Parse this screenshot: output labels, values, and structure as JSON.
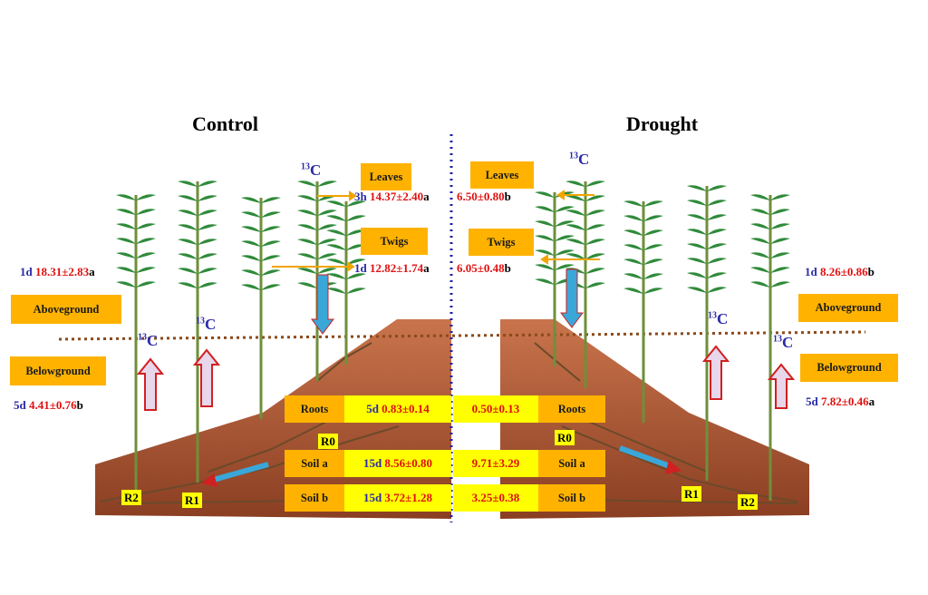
{
  "titles": {
    "control": "Control",
    "drought": "Drought"
  },
  "isotope": {
    "mass": "13",
    "element": "C"
  },
  "compartments": {
    "leaves": "Leaves",
    "twigs": "Twigs",
    "aboveground": "Aboveground",
    "belowground": "Belowground",
    "roots": "Roots",
    "soil_a": "Soil a",
    "soil_b": "Soil b"
  },
  "ramets": {
    "r0": "R0",
    "r1": "R1",
    "r2": "R2"
  },
  "control": {
    "leaves": {
      "day": "3h",
      "value": "14.37±2.40",
      "letter": "a"
    },
    "twigs": {
      "day": "1d",
      "value": "12.82±1.74",
      "letter": "a"
    },
    "aboveground": {
      "day": "1d",
      "value": "18.31±2.83",
      "letter": "a"
    },
    "belowground": {
      "day": "5d",
      "value": "4.41±0.76",
      "letter": "b"
    },
    "roots": {
      "day": "5d",
      "value": "0.83±0.14"
    },
    "soil_a": {
      "day": "15d",
      "value": "8.56±0.80"
    },
    "soil_b": {
      "day": "15d",
      "value": "3.72±1.28"
    }
  },
  "drought": {
    "leaves": {
      "value": "6.50±0.80",
      "letter": "b"
    },
    "twigs": {
      "value": "6.05±0.48",
      "letter": "b"
    },
    "aboveground": {
      "day": "1d",
      "value": "8.26±0.86",
      "letter": "b"
    },
    "belowground": {
      "day": "5d",
      "value": "7.82±0.46",
      "letter": "a"
    },
    "roots": {
      "value": "0.50±0.13"
    },
    "soil_a": {
      "value": "9.71±3.29"
    },
    "soil_b": {
      "value": "3.25±0.38"
    }
  },
  "colors": {
    "label_box": "#ffb300",
    "value_box": "#ffff00",
    "soil": "#a2502e",
    "plant": "#2f8a3a",
    "flow_arrow": "#3aa7d9",
    "upward_arrow_outline": "#d02020",
    "ground_line": "#8b4a1c",
    "divider": "#1f1fa8"
  }
}
